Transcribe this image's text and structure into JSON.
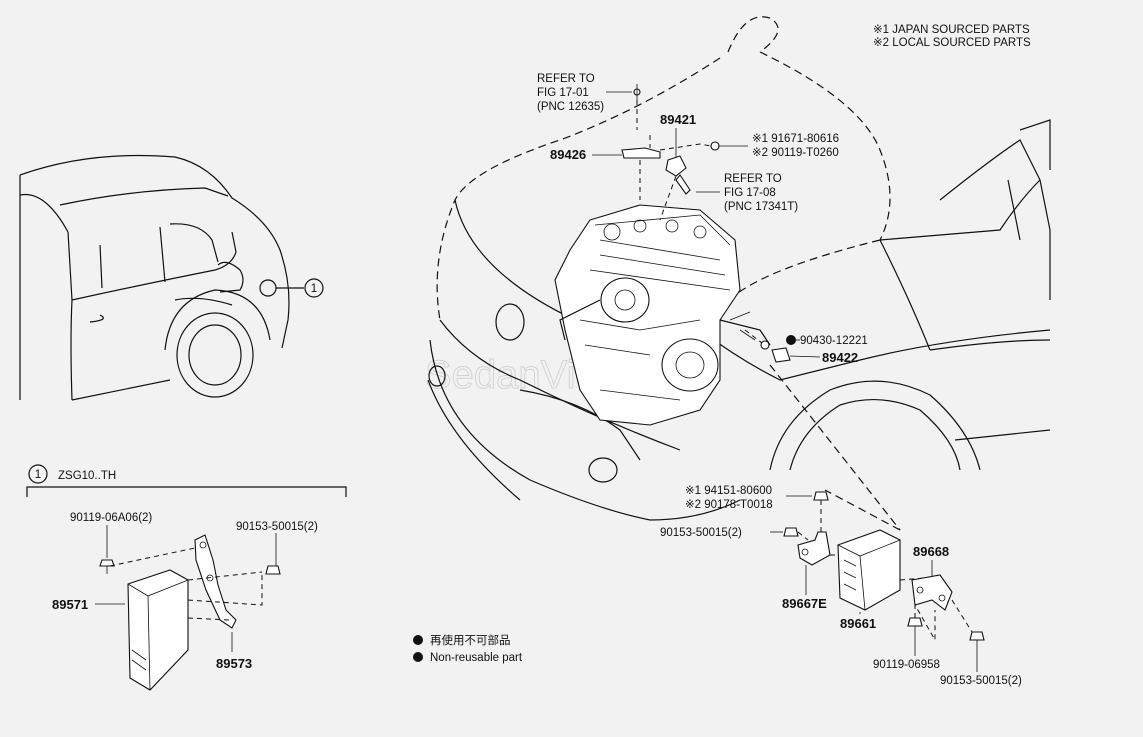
{
  "legend": {
    "line1": "※1 JAPAN SOURCED PARTS",
    "line2": "※2 LOCAL SOURCED PARTS"
  },
  "callout_index": "1",
  "refer1": {
    "l1": "REFER TO",
    "l2": "FIG 17-01",
    "l3": "(PNC 12635)"
  },
  "refer2": {
    "l1": "REFER TO",
    "l2": "FIG 17-08",
    "l3": "(PNC 17341T)"
  },
  "parts": {
    "p89421": "89421",
    "p89426": "89426",
    "p91671": "※1 91671-80616",
    "p90119_t0260": "※2 90119-T0260",
    "p90430": "90430-12221",
    "p89422": "89422",
    "p94151": "※1 94151-80600",
    "p90178": "※2 90178-T0018",
    "p90153_mid": "90153-50015(2)",
    "p89667e": "89667E",
    "p89661": "89661",
    "p89668": "89668",
    "p90119_06958": "90119-06958",
    "p90153_right": "90153-50015(2)",
    "p90119_06a06": "90119-06A06(2)",
    "p90153_left": "90153-50015(2)",
    "p89571": "89571",
    "p89573": "89573"
  },
  "variant": {
    "index": "1",
    "code": "ZSG10..TH"
  },
  "note": {
    "jp": "再使用不可部品",
    "en": "Non-reusable part"
  },
  "watermark": "SedanViet.com"
}
